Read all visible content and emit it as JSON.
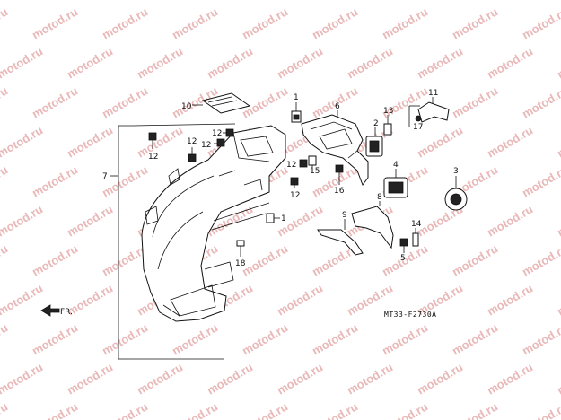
{
  "watermark": {
    "text": "motod.ru",
    "color": "#e9b8b8"
  },
  "diagram_code": "MT33-F2730A",
  "fr_label": "FR.",
  "callouts": {
    "c1_top": "1",
    "c1_mid": "1",
    "c2": "2",
    "c3": "3",
    "c4": "4",
    "c5": "5",
    "c6": "6",
    "c7": "7",
    "c8": "8",
    "c9": "9",
    "c10": "10",
    "c11": "11",
    "c12_a": "12",
    "c12_b": "12",
    "c12_c": "12",
    "c12_d": "12",
    "c12_e": "12",
    "c12_f": "12",
    "c13": "13",
    "c14": "14",
    "c15": "15",
    "c16": "16",
    "c17": "17",
    "c18": "18"
  }
}
